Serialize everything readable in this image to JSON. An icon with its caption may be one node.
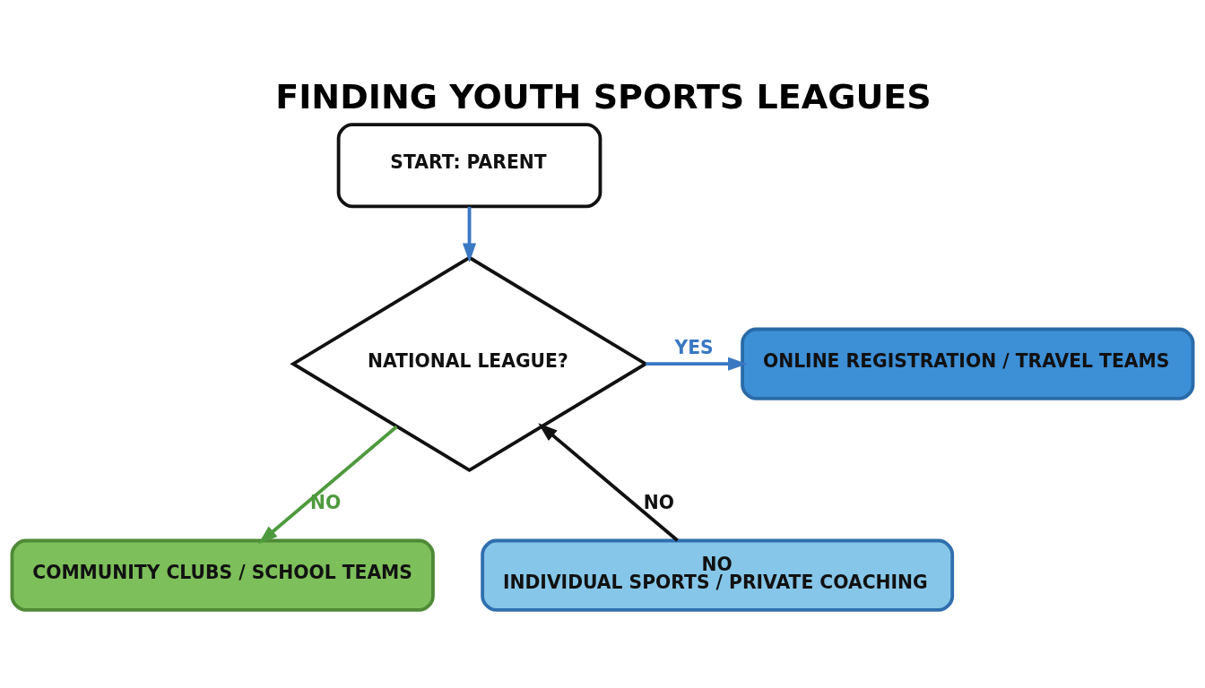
{
  "diagram": {
    "title": "FINDING YOUTH SPORTS LEAGUES",
    "nodes": [
      {
        "text": [
          "START: PARENT"
        ]
      },
      {
        "text": [
          "NATIONAL LEAGUE?"
        ]
      },
      {
        "text": [
          "ONLINE REGISTRATION / TRAVEL TEAMS"
        ]
      },
      {
        "text": [
          "COMMUNITY CLUBS / SCHOOL TEAMS"
        ]
      },
      {
        "text": [
          "NO",
          "INDIVIDUAL SPORTS / PRIVATE COACHING"
        ]
      }
    ],
    "edges": [
      {
        "from": 0,
        "to": 1,
        "arrow": "to"
      },
      {
        "from": 1,
        "to": 2,
        "arrow": "to",
        "label": "YES"
      },
      {
        "from": 1,
        "to": 3,
        "arrow": "to",
        "label": "NO",
        "color": "#4e9a3e"
      },
      {
        "from": 4,
        "to": 1,
        "arrow": "to",
        "label": "NO",
        "color": "#111111"
      }
    ]
  }
}
